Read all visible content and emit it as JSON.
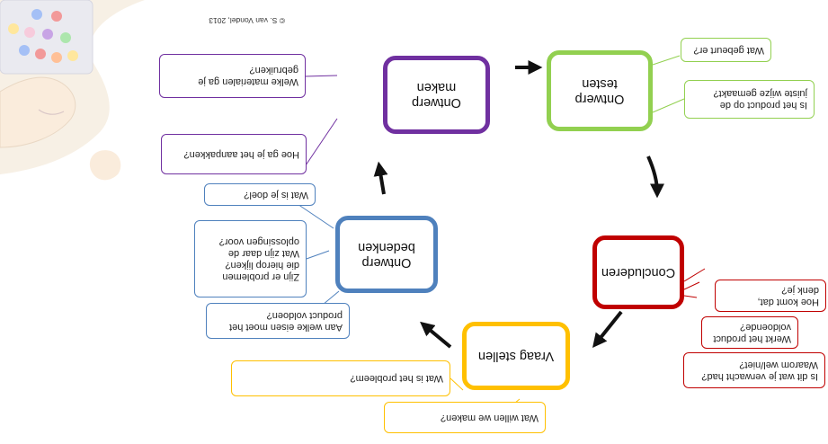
{
  "colors": {
    "ontwerp_testen": "#92d050",
    "concluderen": "#c00000",
    "vraag_stellen": "#ffc000",
    "ontwerp_bedenken": "#4f81bd",
    "ontwerp_maken": "#7030a0"
  },
  "nodes": {
    "ontwerp_testen": "Ontwerp\ntesten",
    "concluderen": "Concluderen",
    "vraag_stellen": "Vraag stellen",
    "ontwerp_bedenken": "Ontwerp\nbedenken",
    "ontwerp_maken": "Ontwerp\nmaken"
  },
  "questions": {
    "testen_1": "Is het product op de\njuiste wijze gemaakt?",
    "testen_2": "Wat gebeurt er?",
    "concluderen_1": "Is dit wat je verwacht had?\nWaarom wel/niet?",
    "concluderen_2": "Werkt het product\nvoldoende?",
    "concluderen_3": "Hoe komt dat,\ndenk je?",
    "vraag_1": "Wat willen we maken?",
    "vraag_2": "Wat is het probleem?",
    "bedenken_1": "Aan welke eisen moet het\nproduct voldoen?",
    "bedenken_2": "Zijn er problemen\ndie hierop lijken?\nWat zijn daar de\noplossingen voor?",
    "bedenken_3": "Wat is je doel?",
    "maken_1": "Hoe ga je het aanpakken?",
    "maken_2": "Welke materialen ga je\ngebruiken?"
  },
  "copyright": "© S. van Vondel, 2013"
}
